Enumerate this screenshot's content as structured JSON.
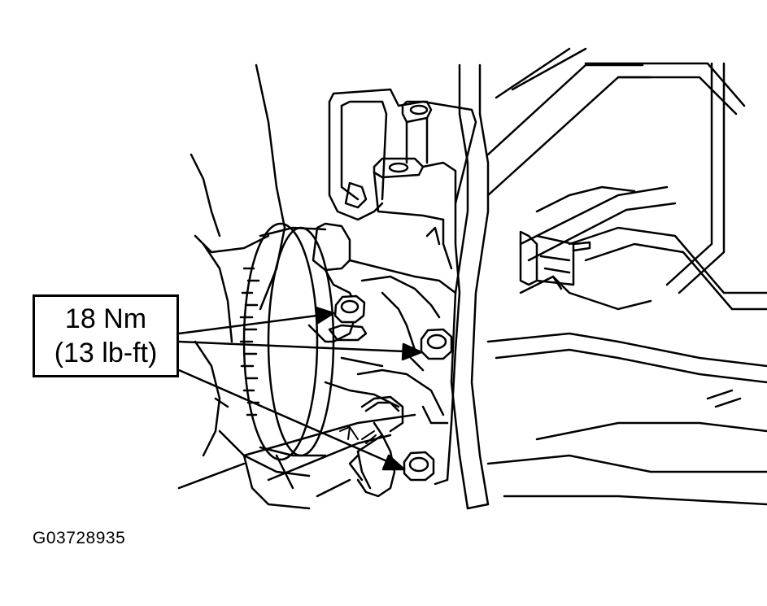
{
  "callout": {
    "torque_nm": "18 Nm",
    "torque_lbft": "(13 lb-ft)"
  },
  "figure": {
    "id": "G03728935"
  },
  "colors": {
    "ink": "#000000",
    "paper": "#ffffff"
  }
}
